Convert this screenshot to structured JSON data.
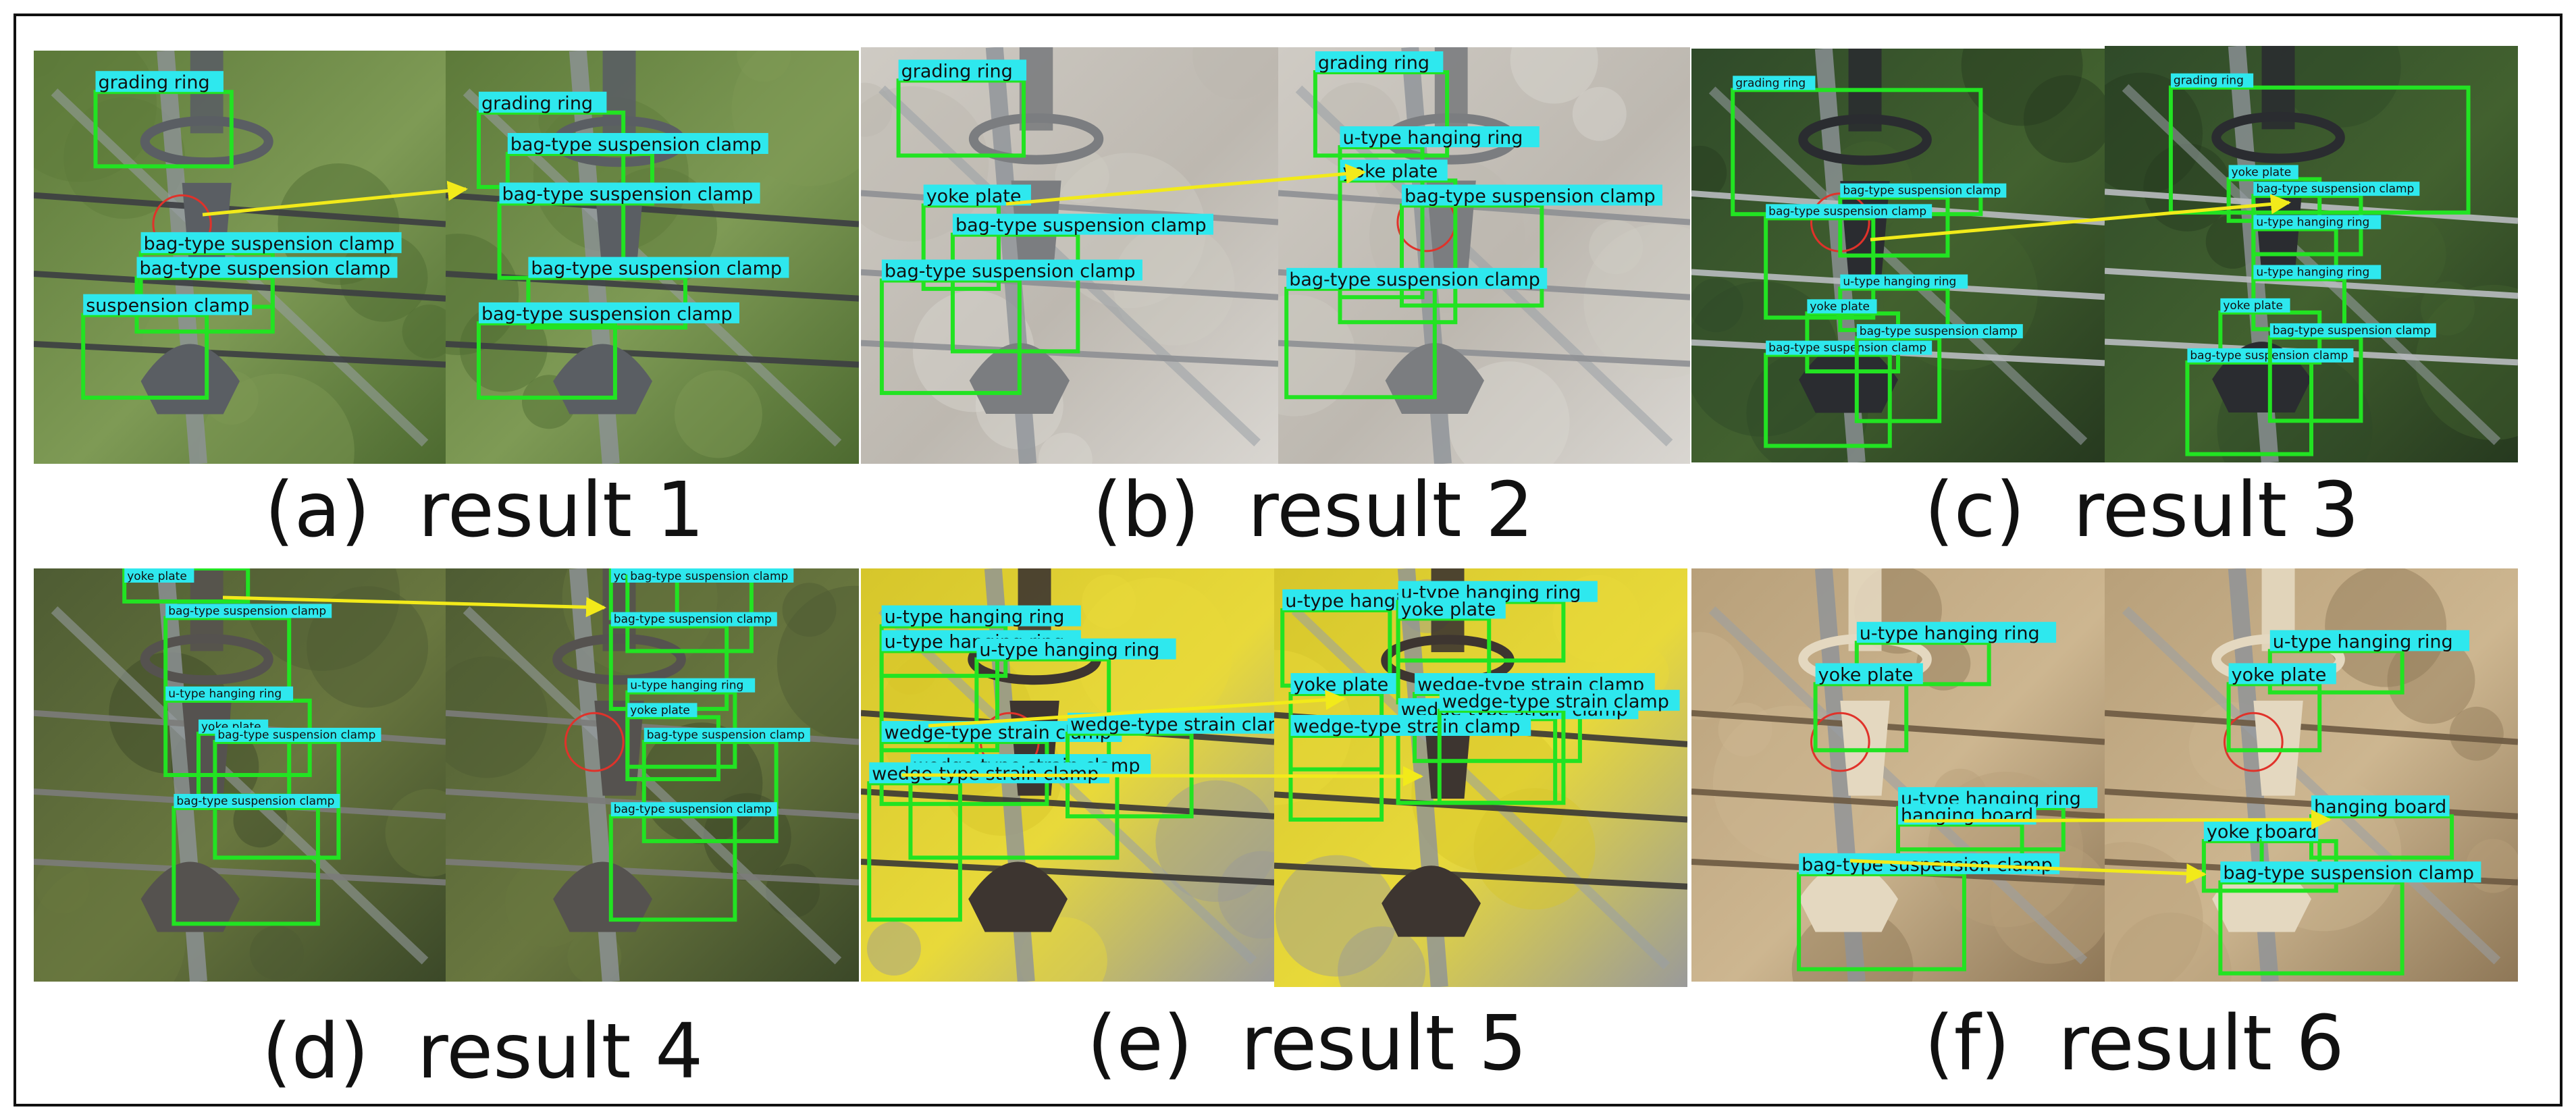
{
  "colors": {
    "box": "#22e322",
    "label_bg": "#2ee8ee",
    "arrow": "#f2ea1a",
    "marker": "#e0322a",
    "border": "#111111"
  },
  "panels": [
    {
      "caption": "(a)  result 1",
      "scene": "green-tower",
      "images": [
        {
          "labels": [
            "grading ring",
            "bag-type suspension clamp",
            "bag-type suspension clamp",
            "suspension clamp"
          ]
        },
        {
          "labels": [
            "grading ring",
            "bag-type suspension clamp",
            "bag-type suspension clamp",
            "bag-type suspension clamp",
            "bag-type suspension clamp"
          ]
        }
      ]
    },
    {
      "caption": "(b)  result 2",
      "scene": "gray-sand",
      "images": [
        {
          "labels": [
            "grading ring",
            "yoke plate",
            "bag-type suspension clamp",
            "bag-type suspension clamp"
          ]
        },
        {
          "labels": [
            "grading ring",
            "u-type hanging ring",
            "yoke plate",
            "bag-type suspension clamp",
            "bag-type suspension clamp"
          ]
        }
      ]
    },
    {
      "caption": "(c)  result 3",
      "scene": "dark-forest",
      "images": [
        {
          "labels": [
            "grading ring",
            "bag-type suspension clamp",
            "bag-type suspension clamp",
            "u-type hanging ring",
            "yoke plate",
            "bag-type suspension clamp",
            "bag-type suspension clamp"
          ]
        },
        {
          "labels": [
            "grading ring",
            "yoke plate",
            "bag-type suspension clamp",
            "u-type hanging ring",
            "u-type hanging ring",
            "yoke plate",
            "bag-type suspension clamp",
            "bag-type suspension clamp"
          ]
        }
      ]
    },
    {
      "caption": "(d)  result 4",
      "scene": "olive-forest",
      "images": [
        {
          "labels": [
            "yoke plate",
            "bag-type suspension clamp",
            "u-type hanging ring",
            "yoke plate",
            "bag-type suspension clamp",
            "bag-type suspension clamp"
          ]
        },
        {
          "labels": [
            "yoke plate",
            "bag-type suspension clamp",
            "bag-type suspension clamp",
            "u-type hanging ring",
            "yoke plate",
            "bag-type suspension clamp",
            "bag-type suspension clamp"
          ]
        }
      ]
    },
    {
      "caption": "(e)  result 5",
      "scene": "yellow-field",
      "images": [
        {
          "labels": [
            "u-type hanging ring",
            "u-type hanging ring",
            "u-type hanging ring",
            "wedge-type strain clamp",
            "wedge-type strain clamp",
            "wedge-type strain clamp",
            "wedge-type strain clamp"
          ]
        },
        {
          "labels": [
            "u-type hanging ring",
            "u-type hanging ring",
            "yoke plate",
            "yoke plate",
            "wedge-type strain clamp",
            "wedge-type strain clamp",
            "wedge-type strain clamp",
            "wedge-type strain clamp"
          ]
        }
      ]
    },
    {
      "caption": "(f)  result 6",
      "scene": "tan-structure",
      "images": [
        {
          "labels": [
            "u-type hanging ring",
            "yoke plate",
            "u-type hanging ring",
            "hanging board",
            "bag-type suspension clamp"
          ]
        },
        {
          "labels": [
            "u-type hanging ring",
            "yoke plate",
            "hanging board",
            "yoke plate",
            "board",
            "bag-type suspension clamp"
          ]
        }
      ]
    }
  ]
}
